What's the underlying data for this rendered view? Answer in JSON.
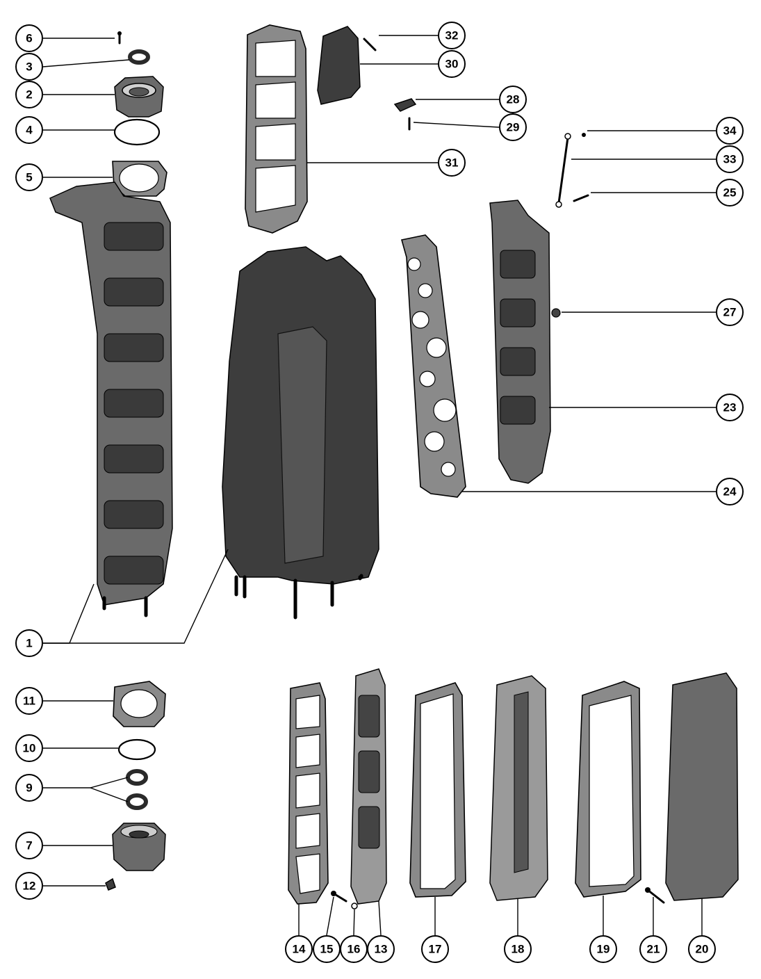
{
  "callouts": [
    "1",
    "2",
    "3",
    "4",
    "5",
    "6",
    "7",
    "9",
    "10",
    "11",
    "12",
    "13",
    "14",
    "15",
    "16",
    "17",
    "18",
    "19",
    "20",
    "21",
    "23",
    "24",
    "25",
    "27",
    "28",
    "29",
    "30",
    "31",
    "32",
    "33",
    "34"
  ]
}
